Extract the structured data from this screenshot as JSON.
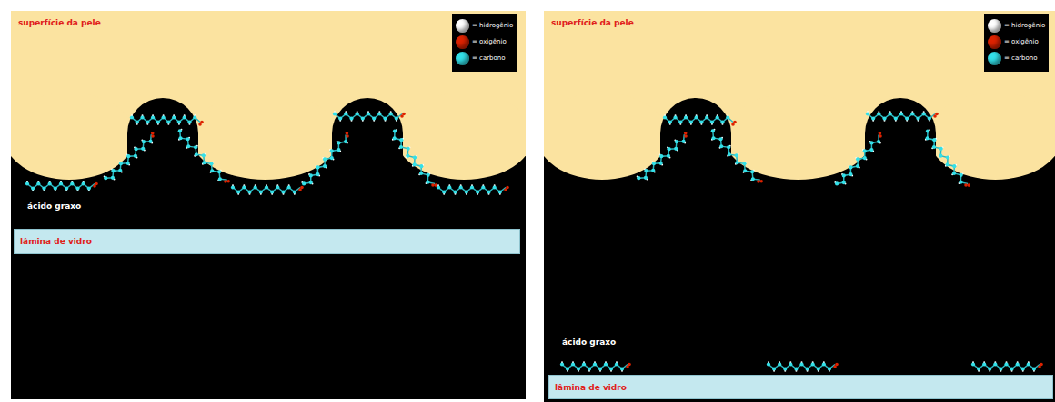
{
  "diagram": {
    "nodes": [
      {
        "text": [
          "superfície da pele"
        ]
      },
      {
        "text": [
          "lâmina de vidro"
        ]
      },
      {
        "text": [
          "superfície da pele"
        ]
      },
      {
        "text": [
          "lâmina de vidro"
        ]
      }
    ],
    "labels": [
      "ácido graxo",
      "ácido graxo"
    ],
    "legend": [
      {
        "text": "= hidrogênio",
        "color": "#ffffff"
      },
      {
        "text": "= oxigênio",
        "color": "#dd2200"
      },
      {
        "text": "= carbono",
        "color": "#33e0e8"
      },
      {
        "text": "= hidrogênio",
        "color": "#ffffff"
      },
      {
        "text": "= oxigênio",
        "color": "#dd2200"
      },
      {
        "text": "= carbono",
        "color": "#33e0e8"
      }
    ]
  }
}
